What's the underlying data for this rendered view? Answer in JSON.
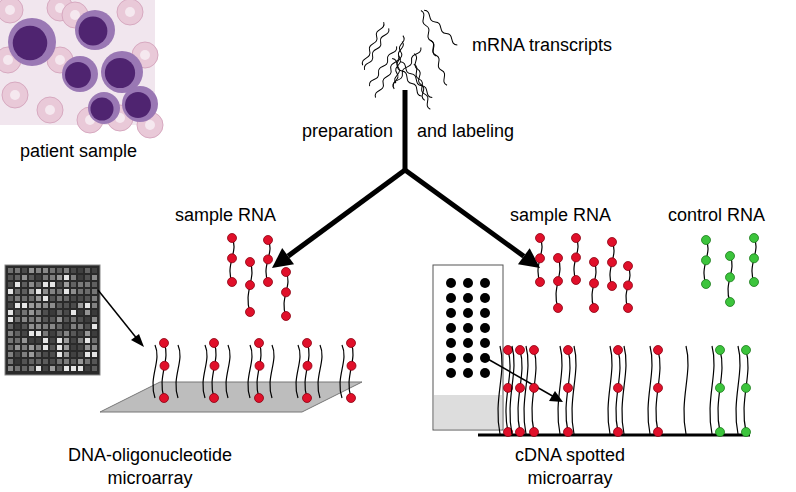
{
  "diagram": {
    "labels": [
      "mRNA transcripts",
      "patient sample",
      "preparation",
      "and labeling",
      "sample RNA",
      "sample RNA",
      "control RNA",
      "DNA-oligonucleotide microarray",
      "cDNA spotted microarray"
    ]
  }
}
